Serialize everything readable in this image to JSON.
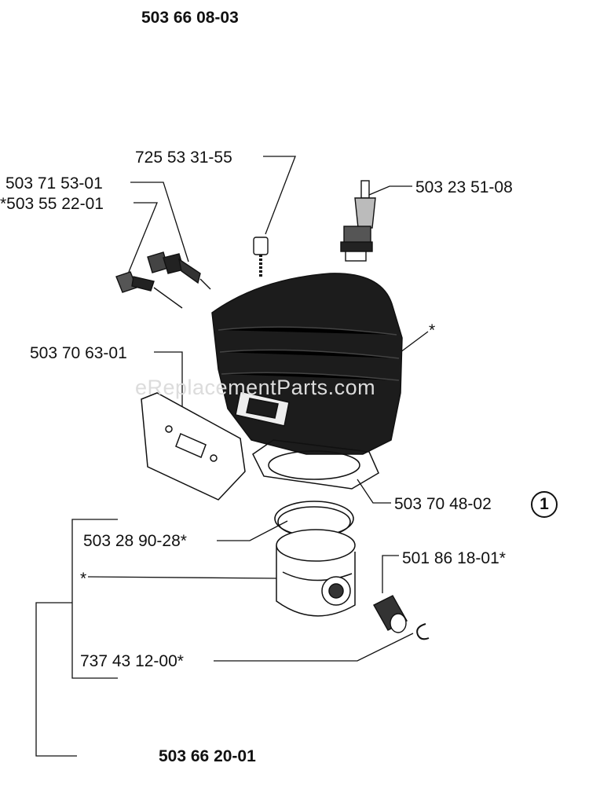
{
  "header": {
    "assembly_number": "503 66 08-03"
  },
  "footer": {
    "kit_number": "503 66 20-01"
  },
  "watermark": "eReplacementParts.com",
  "callout_marker": "1",
  "parts": {
    "cylinder_screw": "725 53 31-55",
    "decompression_valve": "503 71 53-01",
    "plug_screw": "*503 55 22-01",
    "spark_plug": "503 23 51-08",
    "cylinder_asterisk": "*",
    "muffler_gasket": "503 70 63-01",
    "cylinder_gasket": "503 70 48-02",
    "piston_ring": "503 28 90-28*",
    "needle_bearing": "501 86 18-01*",
    "piston_asterisk": "*",
    "circlip": "737 43 12-00*"
  }
}
